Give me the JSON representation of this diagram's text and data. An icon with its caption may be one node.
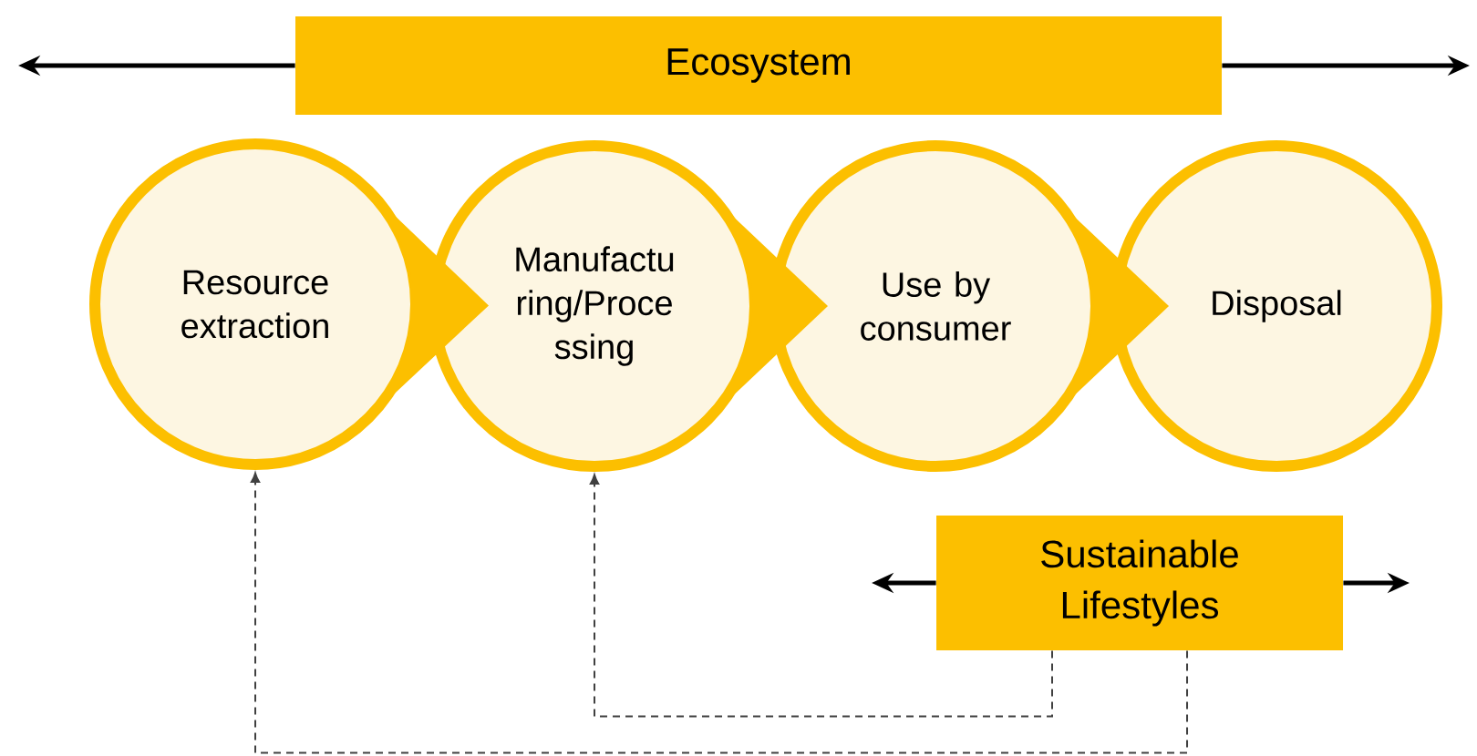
{
  "diagram": {
    "nodes": [
      {
        "text": [
          "Ecosystem"
        ]
      },
      {
        "text": [
          "Resource extraction"
        ]
      },
      {
        "text": [
          "Manufactu ring/Proce ssing"
        ]
      },
      {
        "text": [
          "Use by consumer"
        ]
      },
      {
        "text": [
          "Disposal"
        ]
      },
      {
        "text": [
          "Sustainable Lifestyles"
        ]
      }
    ],
    "edges": [
      {
        "from": 0,
        "to": null,
        "arrow": "to"
      },
      {
        "from": 0,
        "to": null,
        "arrow": "to"
      },
      {
        "from": 1,
        "to": 2,
        "arrow": "to"
      },
      {
        "from": 2,
        "to": 3,
        "arrow": "to"
      },
      {
        "from": 3,
        "to": 4,
        "arrow": "to"
      },
      {
        "from": 5,
        "to": null,
        "arrow": "to"
      },
      {
        "from": 5,
        "to": null,
        "arrow": "to"
      },
      {
        "from": 5,
        "to": 2,
        "arrow": "to",
        "style": "dashed"
      },
      {
        "from": 5,
        "to": 1,
        "arrow": "to",
        "style": "dashed"
      }
    ]
  }
}
